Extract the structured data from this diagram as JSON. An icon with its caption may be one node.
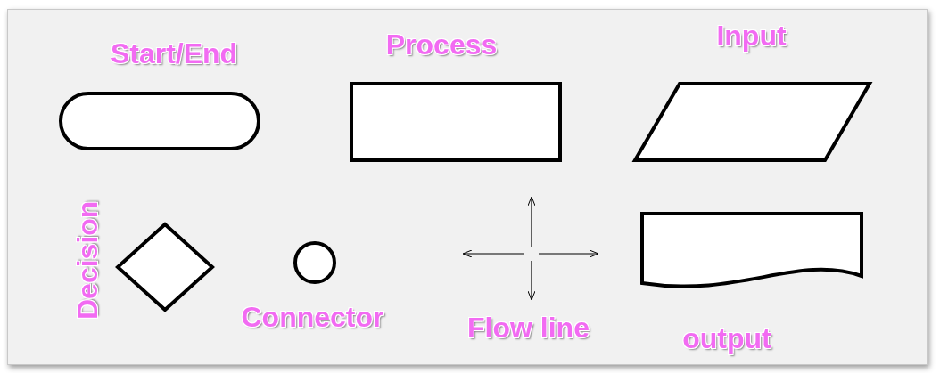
{
  "diagram": {
    "nodes": [
      {
        "text": [
          "Start/End"
        ]
      },
      {
        "text": [
          "Process"
        ]
      },
      {
        "text": [
          "Input"
        ]
      },
      {
        "text": [
          "Decision"
        ]
      },
      {
        "text": [
          "Connector"
        ]
      },
      {
        "text": [
          "output"
        ]
      }
    ],
    "labels": [
      "Flow line"
    ]
  }
}
